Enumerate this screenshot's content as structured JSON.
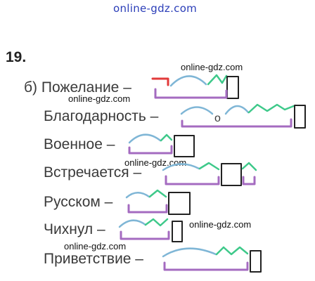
{
  "watermarks": {
    "top": "online-gdz.com",
    "w1": "online-gdz.com",
    "w2": "online-gdz.com",
    "w3": "online-gdz.com",
    "w4": "online-gdz.com",
    "w5": "online-gdz.com"
  },
  "task": {
    "number": "19.",
    "words": [
      "б) Пожелание –",
      "Благодарность –",
      "Военное –",
      "Встречается –",
      "Русском –",
      "Чихнул –",
      "Приветствие –"
    ],
    "connecting_vowel": "о"
  },
  "colors": {
    "prefix": "#e23a3a",
    "root": "#7fb6d6",
    "suffix": "#3ec98a",
    "ending_box": "#222222",
    "stem": "#a46bc0"
  }
}
